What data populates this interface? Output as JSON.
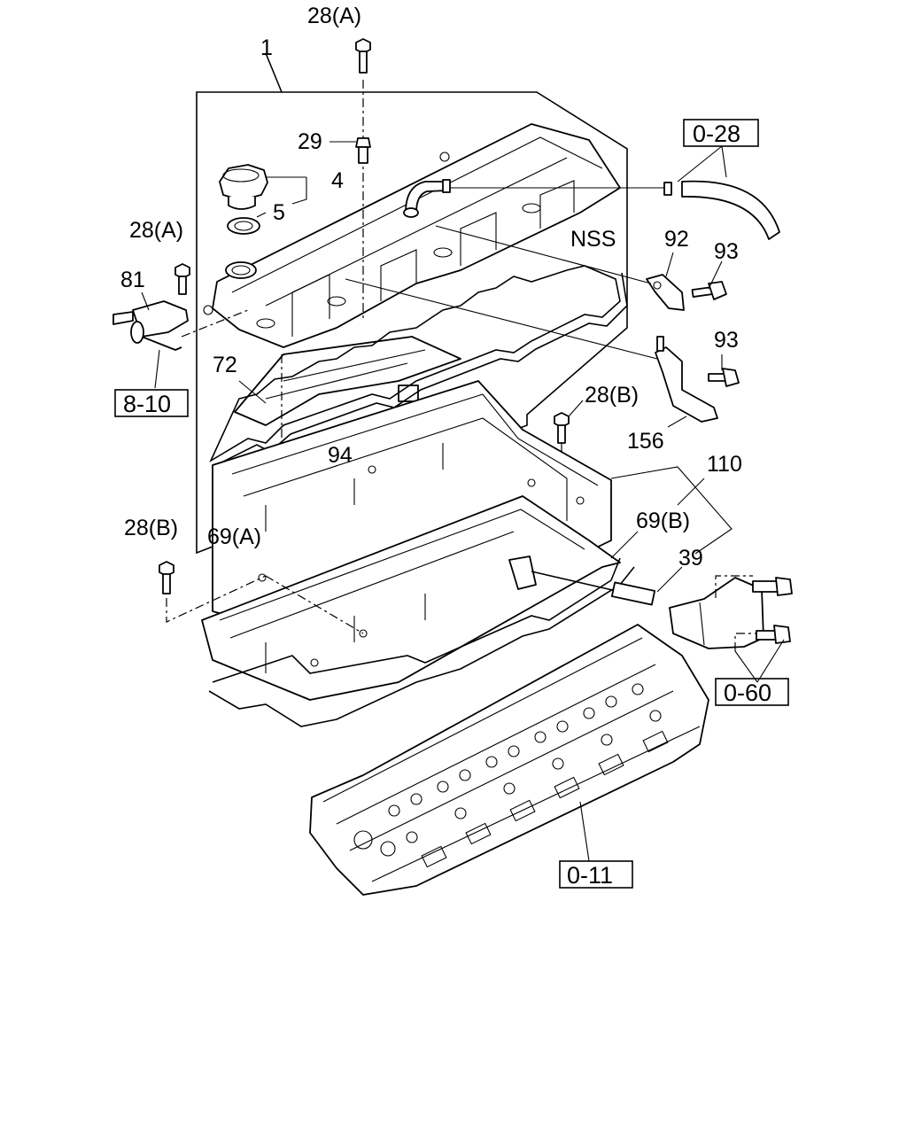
{
  "labels": {
    "p28a_top": "28(A)",
    "p1": "1",
    "p29": "29",
    "p4": "4",
    "p5": "5",
    "p28a_left": "28(A)",
    "p81": "81",
    "p72": "72",
    "p94": "94",
    "p69a": "69(A)",
    "pNSS": "NSS",
    "p92": "92",
    "p93a": "93",
    "p93b": "93",
    "p156": "156",
    "p28b_mid": "28(B)",
    "p110": "110",
    "p69b": "69(B)",
    "p39": "39",
    "p28b_left": "28(B)"
  },
  "refs": {
    "r028": "0-28",
    "r810": "8-10",
    "r060": "0-60",
    "r011": "0-11"
  }
}
